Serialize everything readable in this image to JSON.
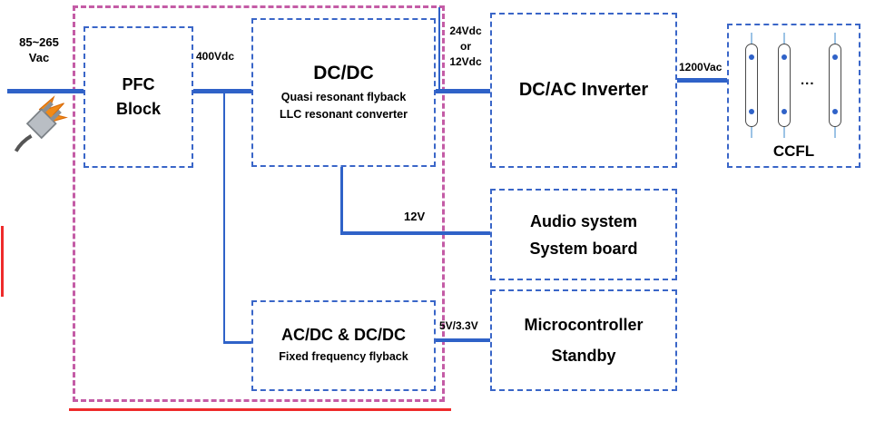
{
  "input_label": {
    "line1": "85~265",
    "line2": "Vac"
  },
  "blocks": {
    "pfc": {
      "line1": "PFC",
      "line2": "Block"
    },
    "dcdc": {
      "title": "DC/DC",
      "sub1": "Quasi resonant flyback",
      "sub2": "LLC resonant converter"
    },
    "inverter": {
      "title": "DC/AC Inverter"
    },
    "ccfl": {
      "label": "CCFL",
      "dots": "..."
    },
    "audio": {
      "line1": "Audio system",
      "line2": "System board"
    },
    "acdc": {
      "title": "AC/DC & DC/DC",
      "sub": "Fixed frequency flyback"
    },
    "micro": {
      "line1": "Microcontroller",
      "line2": "Standby"
    }
  },
  "wire_labels": {
    "pfc_out": "400Vdc",
    "dcdc_out_1": "24Vdc",
    "dcdc_out_2": "or",
    "dcdc_out_3": "12Vdc",
    "inverter_out": "1200Vac",
    "audio_in": "12V",
    "standby_out": "5V/3.3V"
  },
  "icons": {
    "power_plug": "ac-plug-with-spark"
  },
  "colors": {
    "wire_blue": "#2f62c8",
    "box_border_blue": "#3a66c8",
    "outer_dashed_pink": "#c45ca6",
    "red_accent": "#ee2b2b",
    "tube_line_blue": "#9cc3e5"
  }
}
